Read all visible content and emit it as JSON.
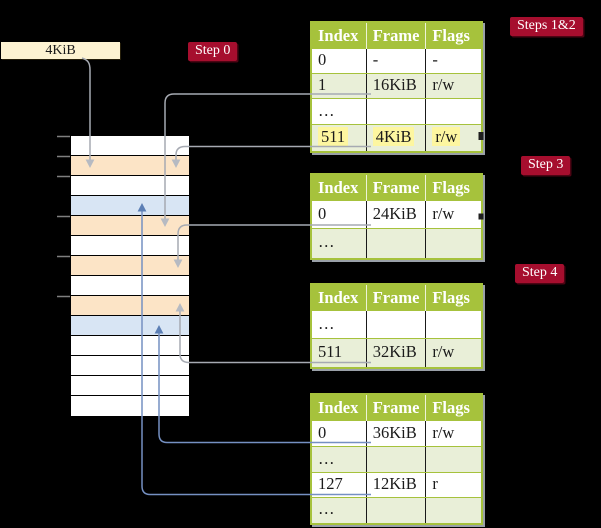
{
  "frame_box": {
    "label": "4KiB"
  },
  "badges": [
    {
      "label": "Step 0"
    },
    {
      "label": "Steps 1&2"
    },
    {
      "label": "Step 3"
    },
    {
      "label": "Step 4"
    }
  ],
  "memory": {
    "rows": [
      "white",
      "peach",
      "white",
      "blue",
      "peach",
      "white",
      "peach",
      "white",
      "peach",
      "blue",
      "white",
      "white",
      "white",
      "white"
    ]
  },
  "tables": [
    {
      "name": "page-table-steps-1-2",
      "columns": [
        "Index",
        "Frame",
        "Flags"
      ],
      "rows": [
        {
          "cells": [
            "0",
            "-",
            "-"
          ],
          "shade": false,
          "highlight": false
        },
        {
          "cells": [
            "1",
            "16KiB",
            "r/w"
          ],
          "shade": true,
          "highlight": false
        },
        {
          "cells": [
            "…",
            "",
            ""
          ],
          "shade": false,
          "highlight": false
        },
        {
          "cells": [
            "511",
            "4KiB",
            "r/w"
          ],
          "shade": true,
          "highlight": true
        }
      ]
    },
    {
      "name": "page-table-step-3",
      "columns": [
        "Index",
        "Frame",
        "Flags"
      ],
      "rows": [
        {
          "cells": [
            "0",
            "24KiB",
            "r/w"
          ],
          "shade": false,
          "highlight": false
        },
        {
          "cells": [
            "…",
            "",
            ""
          ],
          "shade": true,
          "highlight": false
        }
      ]
    },
    {
      "name": "page-table-step-4",
      "columns": [
        "Index",
        "Frame",
        "Flags"
      ],
      "rows": [
        {
          "cells": [
            "…",
            "",
            ""
          ],
          "shade": false,
          "highlight": false
        },
        {
          "cells": [
            "511",
            "32KiB",
            "r/w"
          ],
          "shade": true,
          "highlight": false
        }
      ]
    },
    {
      "name": "page-table-bottom",
      "columns": [
        "Index",
        "Frame",
        "Flags"
      ],
      "rows": [
        {
          "cells": [
            "0",
            "36KiB",
            "r/w"
          ],
          "shade": false,
          "highlight": false
        },
        {
          "cells": [
            "…",
            "",
            ""
          ],
          "shade": true,
          "highlight": false
        },
        {
          "cells": [
            "127",
            "12KiB",
            "r"
          ],
          "shade": false,
          "highlight": false
        },
        {
          "cells": [
            "…",
            "",
            ""
          ],
          "shade": true,
          "highlight": false
        }
      ]
    }
  ],
  "colors": {
    "badge_red": "#a60e2e",
    "table_header_green": "#a6c23c",
    "table_row_green": "#e9efd8",
    "highlight_yellow": "#fdf6a0",
    "memory_peach": "#fce4c6",
    "memory_blue": "#d8e5f4",
    "frame_box_cream": "#fdf3d2",
    "gray_connector": "#a6aab2",
    "gray_arrowhead": "#b6bac2",
    "blue_connector": "#7590c2",
    "blue_arrowhead": "#5c7fb5"
  }
}
